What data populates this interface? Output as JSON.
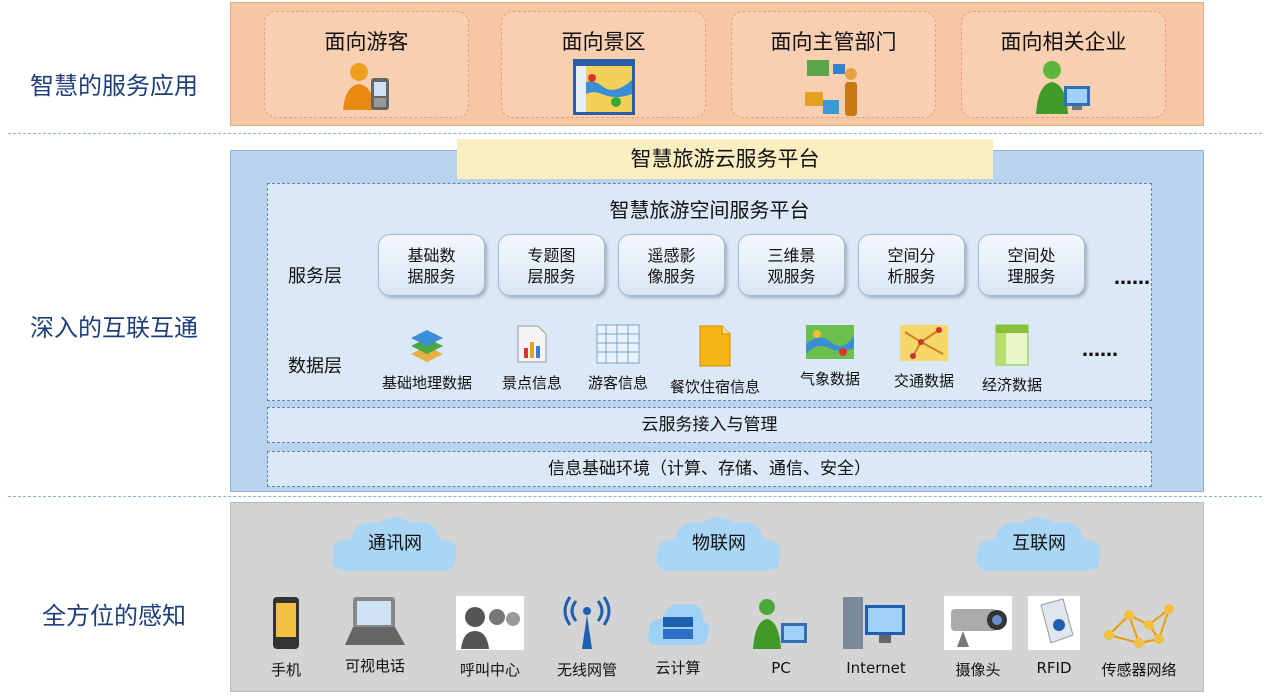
{
  "rows": {
    "top": "智慧的服务应用",
    "middle": "深入的互联互通",
    "bottom": "全方位的感知"
  },
  "audiences": [
    {
      "label": "面向游客",
      "icon": "tourist-phone-icon"
    },
    {
      "label": "面向景区",
      "icon": "scenic-map-icon"
    },
    {
      "label": "面向主管部门",
      "icon": "authority-presenter-icon"
    },
    {
      "label": "面向相关企业",
      "icon": "enterprise-user-icon"
    }
  ],
  "platform": {
    "cloud_title": "智慧旅游云服务平台",
    "spatial_title": "智慧旅游空间服务平台",
    "service_layer_label": "服务层",
    "data_layer_label": "数据层",
    "services": [
      {
        "line1": "基础数",
        "line2": "据服务"
      },
      {
        "line1": "专题图",
        "line2": "层服务"
      },
      {
        "line1": "遥感影",
        "line2": "像服务"
      },
      {
        "line1": "三维景",
        "line2": "观服务"
      },
      {
        "line1": "空间分",
        "line2": "析服务"
      },
      {
        "line1": "空间处",
        "line2": "理服务"
      }
    ],
    "services_more": "……",
    "data": [
      {
        "label": "基础地理数据",
        "icon": "layers-icon"
      },
      {
        "label": "景点信息",
        "icon": "chart-document-icon"
      },
      {
        "label": "游客信息",
        "icon": "table-icon"
      },
      {
        "label": "餐饮住宿信息",
        "icon": "document-icon"
      },
      {
        "label": "气象数据",
        "icon": "weather-map-icon"
      },
      {
        "label": "交通数据",
        "icon": "network-map-icon"
      },
      {
        "label": "经济数据",
        "icon": "spreadsheet-icon"
      }
    ],
    "data_more": "……",
    "access_label": "云服务接入与管理",
    "infra_label": "信息基础环境（计算、存储、通信、安全）"
  },
  "networks": [
    "通讯网",
    "物联网",
    "互联网"
  ],
  "devices": [
    {
      "label": "手机",
      "icon": "mobile-phone-icon"
    },
    {
      "label": "可视电话",
      "icon": "video-phone-icon"
    },
    {
      "label": "呼叫中心",
      "icon": "call-center-icon"
    },
    {
      "label": "无线网管",
      "icon": "wireless-tower-icon"
    },
    {
      "label": "云计算",
      "icon": "cloud-server-icon"
    },
    {
      "label": "PC",
      "icon": "pc-user-icon"
    },
    {
      "label": "Internet",
      "icon": "internet-computer-icon"
    },
    {
      "label": "摄像头",
      "icon": "camera-icon"
    },
    {
      "label": "RFID",
      "icon": "rfid-tag-icon"
    },
    {
      "label": "传感器网络",
      "icon": "sensor-network-icon"
    }
  ]
}
